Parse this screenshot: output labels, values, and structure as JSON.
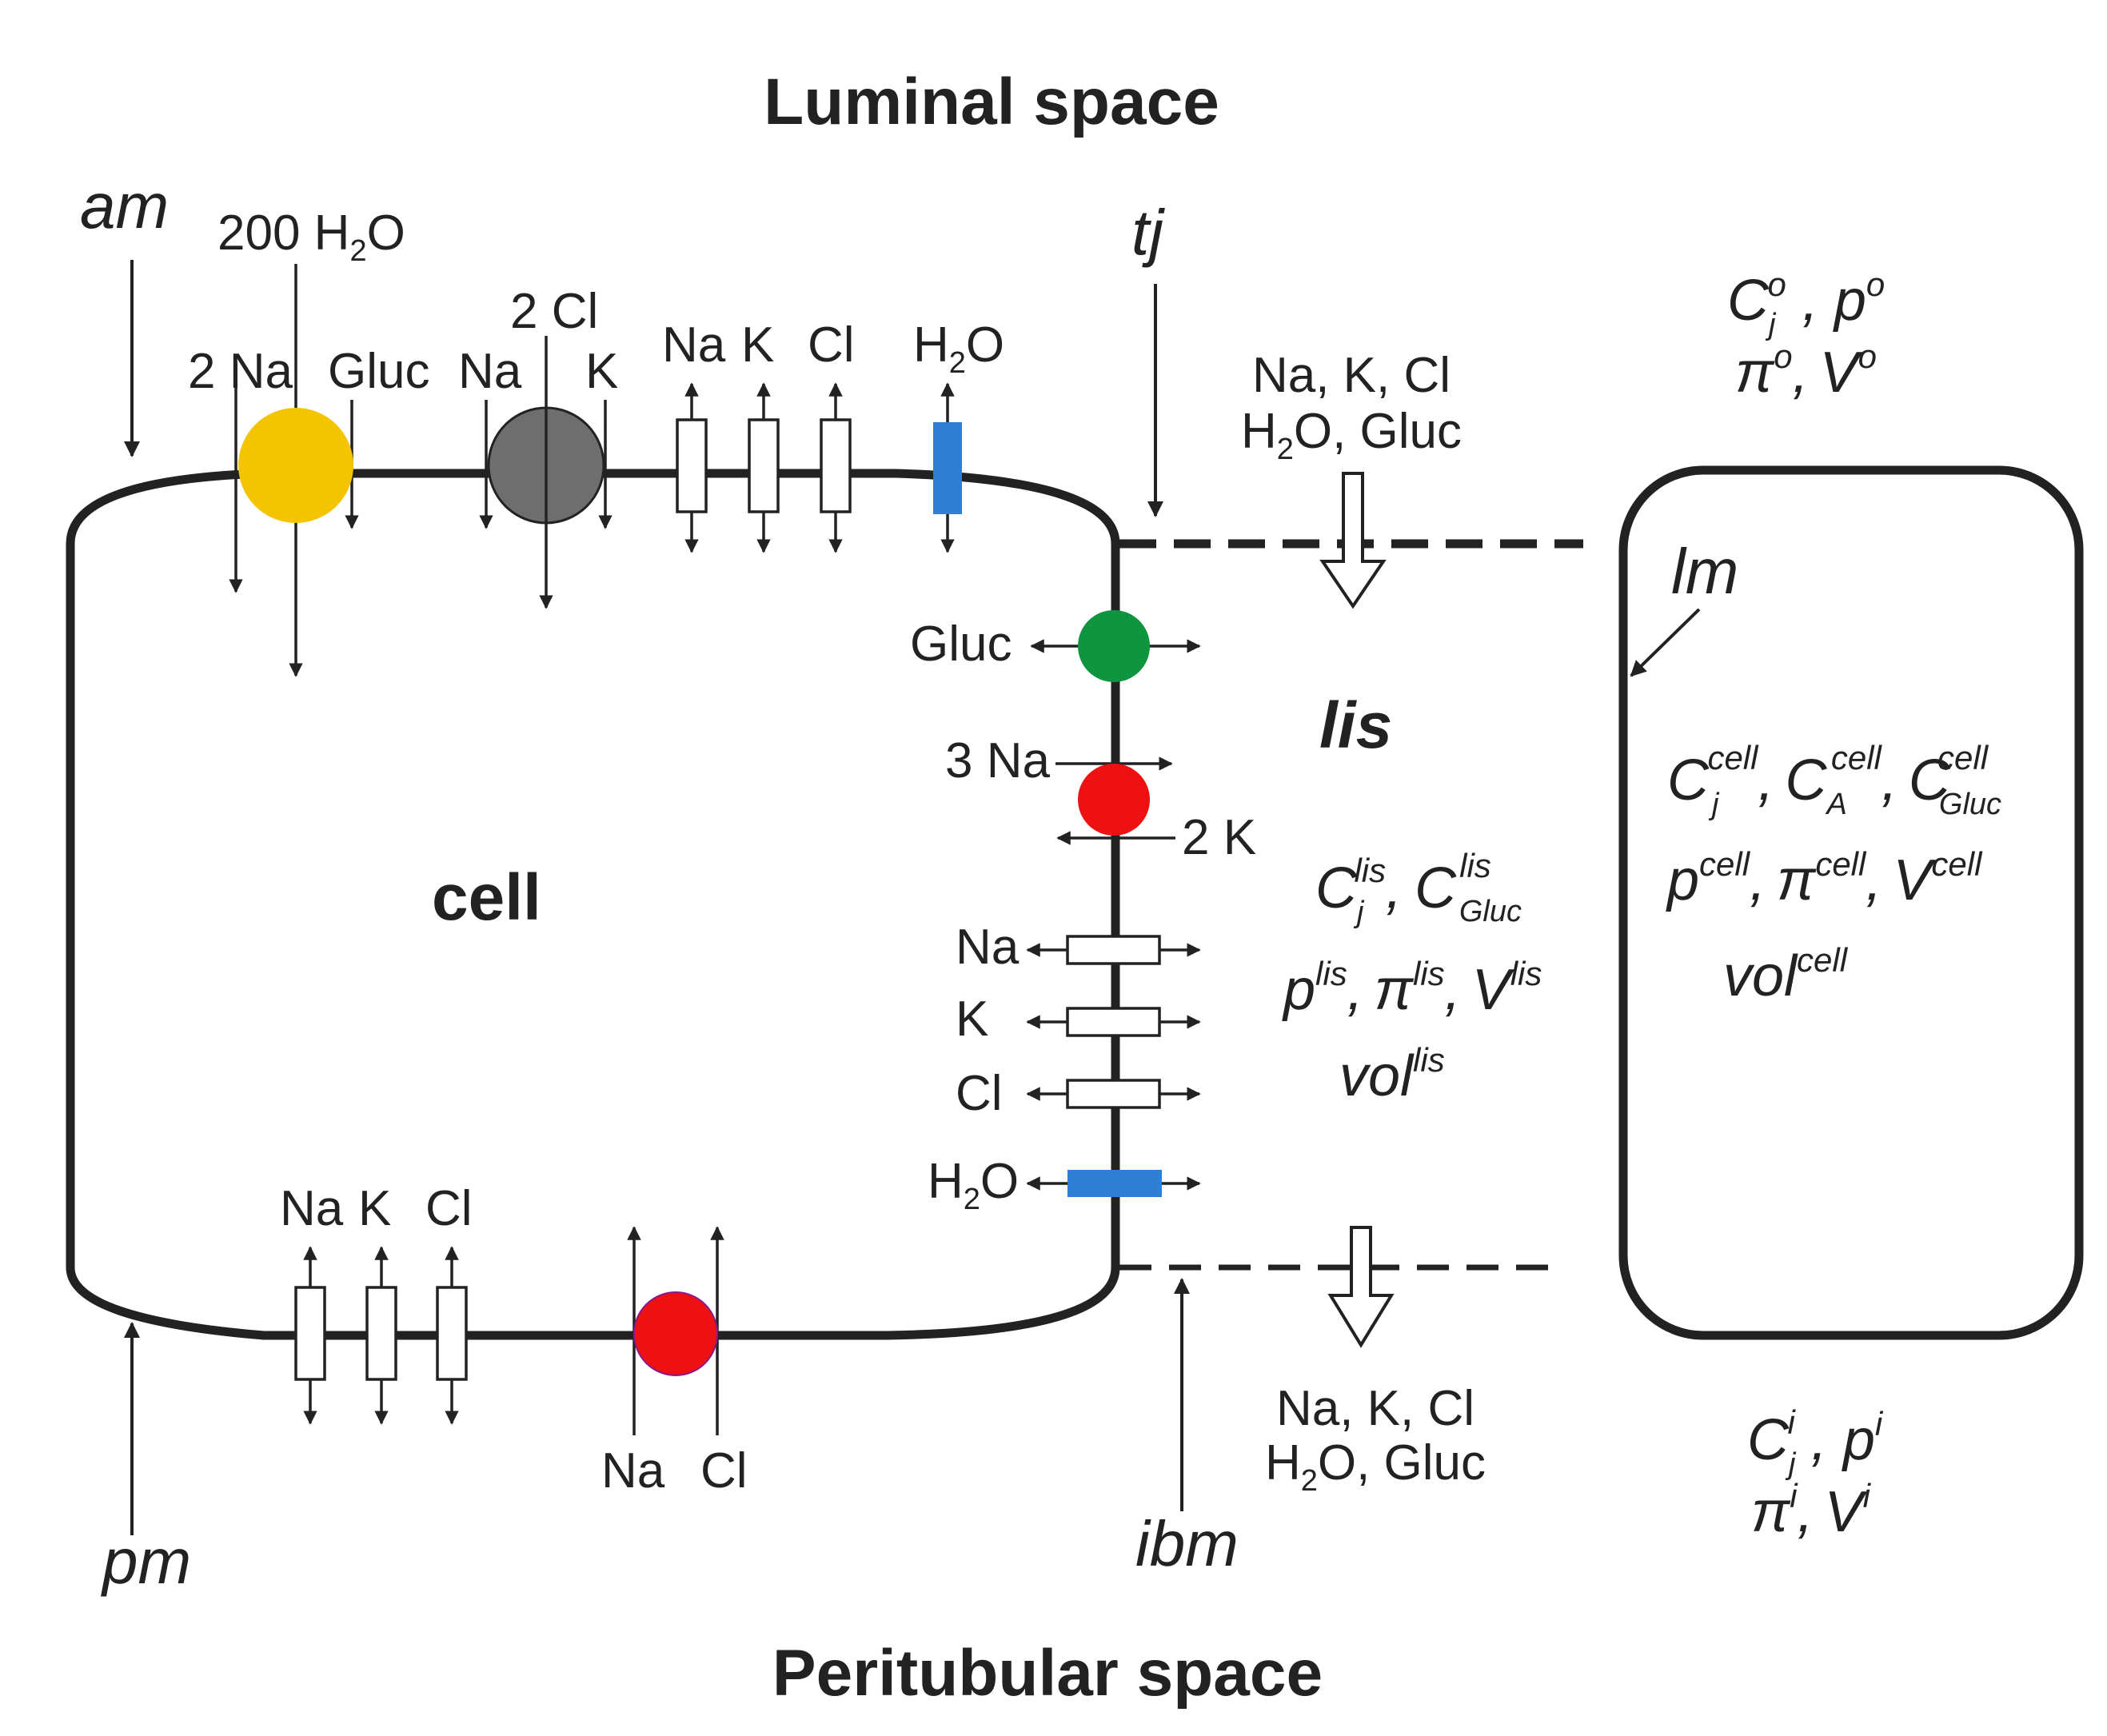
{
  "titles": {
    "top": "Luminal space",
    "bottom": "Peritubular space"
  },
  "compartments": {
    "cell": "cell",
    "lis": "lis"
  },
  "pointers": {
    "am": "am",
    "pm": "pm",
    "tj": "tj",
    "ibm": "ibm",
    "lm": "lm"
  },
  "apical": {
    "water_coeff": "200 H",
    "water_sub": "2",
    "water_tail": "O",
    "na2": "2 Na",
    "gluc": "Gluc",
    "na": "Na",
    "cl2": "2 Cl",
    "k": "K",
    "chan_na": "Na",
    "chan_k": "K",
    "chan_cl": "Cl",
    "aqp_h": "H",
    "aqp_sub": "2",
    "aqp_o": "O"
  },
  "lateral": {
    "gluc": "Gluc",
    "na3": "3 Na",
    "k2": "2 K",
    "na": "Na",
    "k": "K",
    "cl": "Cl",
    "h": "H",
    "h_sub": "2",
    "h_o": "O"
  },
  "basal": {
    "na": "Na",
    "k": "K",
    "cl": "Cl",
    "cotr_na": "Na",
    "cotr_cl": "Cl"
  },
  "fluxes": {
    "tj_line1": "Na, K, Cl",
    "tj_line2_h": "H",
    "tj_line2_sub": "2",
    "tj_line2_rest": "O, Gluc",
    "ibm_line1": "Na, K, Cl",
    "ibm_line2_h": "H",
    "ibm_line2_sub": "2",
    "ibm_line2_rest": "O, Gluc"
  },
  "variables": {
    "C": "C",
    "p": "p",
    "pi": "π",
    "V": "V",
    "vol": "vol",
    "j": "j",
    "A": "A",
    "Gluc": "Gluc",
    "o": "o",
    "i": "i",
    "lis": "lis",
    "cell": "cell",
    "comma": ",",
    "comma_sp": " , "
  },
  "colors": {
    "sglt": "#f5c400",
    "nkcc": "#6e6e6e",
    "glut": "#0f9440",
    "pump": "#ee1111",
    "aqp": "#2f7fd6",
    "membrane": "#222222"
  }
}
